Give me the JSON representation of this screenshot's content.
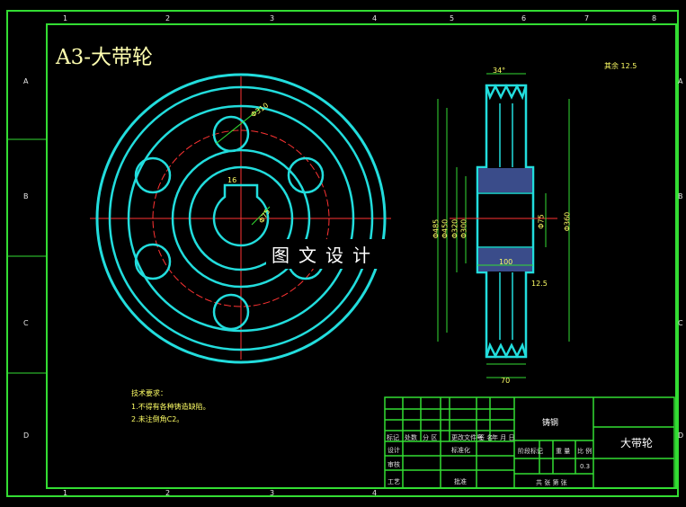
{
  "title": "A3-大带轮",
  "watermark": "图文设计",
  "roughness": "其余 12.5",
  "row_labels": [
    "A",
    "B",
    "C",
    "D"
  ],
  "col_labels": [
    "1",
    "2",
    "3",
    "4",
    "5",
    "6",
    "7",
    "8"
  ],
  "tech_requirements": {
    "heading": "技术要求：",
    "items": [
      "1.不得有各种铸造缺陷。",
      "2.未注倒角C2。"
    ]
  },
  "title_block": {
    "part_name": "大带轮",
    "material": "铸钢",
    "scale": "0.3",
    "sheet": "共 张 第 张",
    "headers": [
      "标记",
      "处数",
      "分 区",
      "更改文件号",
      "签 名",
      "年 月 日"
    ],
    "roles": [
      "设计",
      "审核",
      "工艺"
    ],
    "standardize": "标准化",
    "approve": "批准",
    "stage_labels": [
      "阶段标记",
      "重 量",
      "比 例"
    ]
  },
  "dimensions": {
    "pitch_circle": "Φ310",
    "keyway_width": "16",
    "bore": "Φ75",
    "top_angle": "34°",
    "hub_width": "100",
    "hub_offset": "12.5",
    "bottom_width": "70",
    "diameters_left": [
      "Φ485",
      "Φ450",
      "Φ320",
      "Φ300"
    ],
    "diameters_right": [
      "Φ75",
      "Φ360"
    ]
  }
}
